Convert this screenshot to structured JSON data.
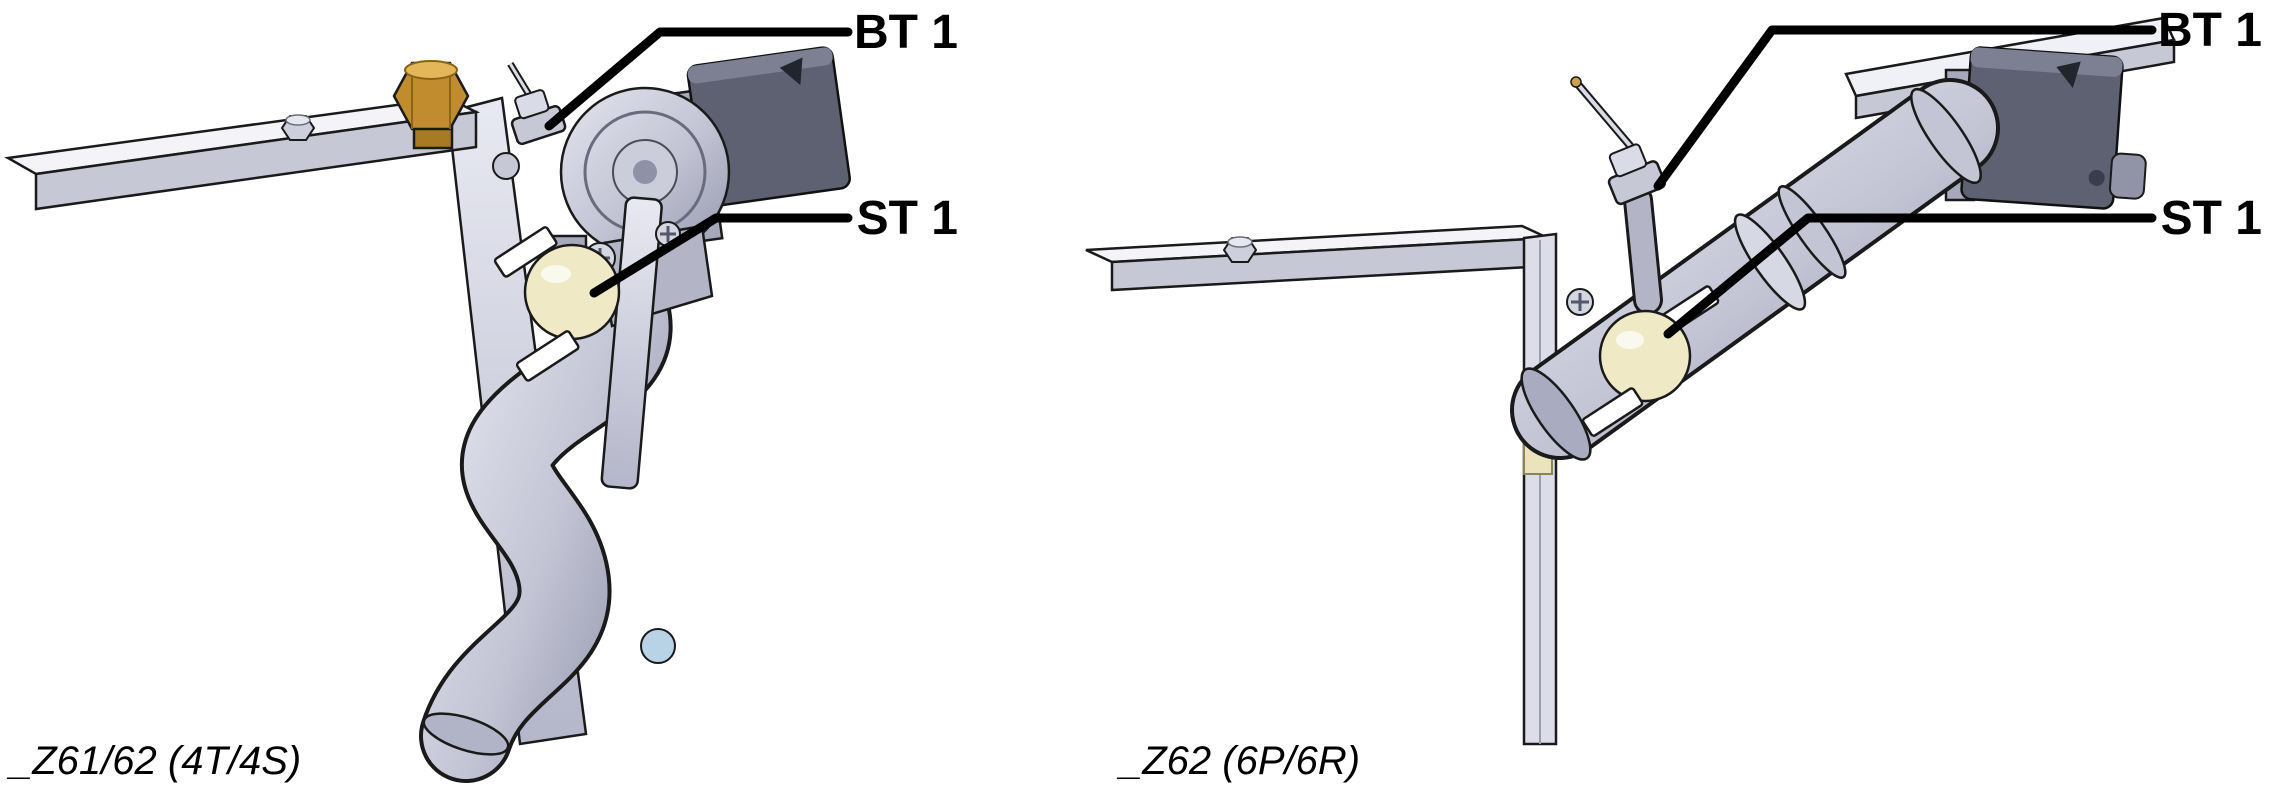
{
  "colors": {
    "brass": "#c08c2e",
    "brass_top": "#e2b659",
    "valve_cream": "#efe9c6",
    "box_dark": "#5e6172",
    "metal_mid": "#c0c2d2",
    "pipe_blue_fitting": "#b8d2e6"
  },
  "figures": {
    "left": {
      "caption": "_Z61/62 (4T/4S)",
      "labels": {
        "bt": "BT 1",
        "st": "ST 1"
      }
    },
    "right": {
      "caption": "_Z62 (6P/6R)",
      "labels": {
        "bt": "BT 1",
        "st": "ST 1"
      }
    }
  }
}
